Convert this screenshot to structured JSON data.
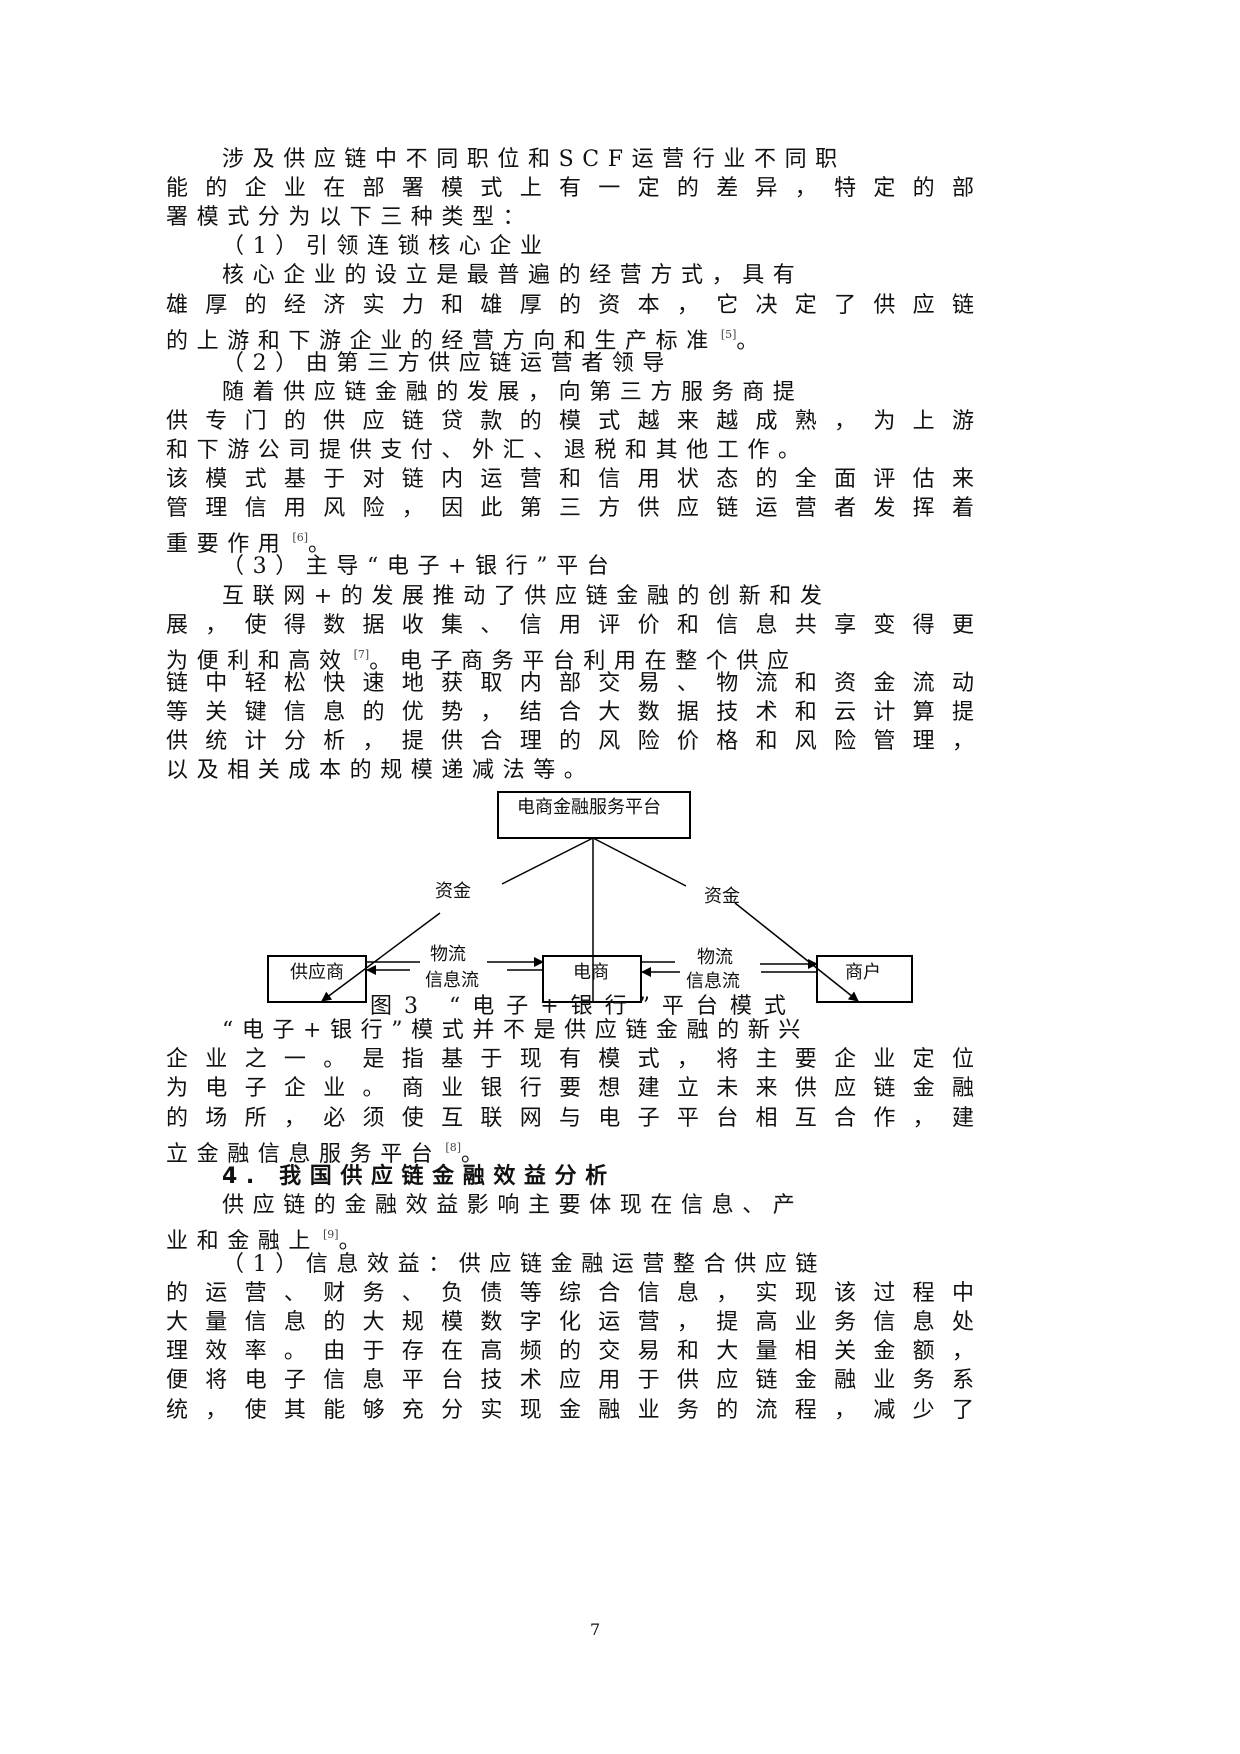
{
  "body": {
    "lines": [
      {
        "text": "涉及供应链中不同职位和SCF运营行业不同职",
        "indent": true
      },
      {
        "text": "能的企业在部署模式上有一定的差异，特定的部"
      },
      {
        "text": "署模式分为以下三种类型："
      },
      {
        "text": "（1）引领连锁核心企业",
        "indent": true
      },
      {
        "text": "核心企业的设立是最普遍的经营方式，具有",
        "indent": true
      },
      {
        "text": "雄厚的经济实力和雄厚的资本，它决定了供应链"
      },
      {
        "text": "的上游和下游企业的经营方向和生产标准",
        "ref": "[5]",
        "tail": "。"
      },
      {
        "text": "（2）由第三方供应链运营者领导",
        "indent": true
      },
      {
        "text": "随着供应链金融的发展，向第三方服务商提",
        "indent": true
      },
      {
        "text": "供专门的供应链贷款的模式越来越成熟，为上游"
      },
      {
        "text": "和下游公司提供支付、外汇、退税和其他工作。"
      },
      {
        "text": "该模式基于对链内运营和信用状态的全面评估来"
      },
      {
        "text": "管理信用风险，因此第三方供应链运营者发挥着"
      },
      {
        "text": "重要作用",
        "ref": "[6]",
        "tail": "。"
      },
      {
        "text": "（3）主导“电子+银行”平台",
        "indent": true
      },
      {
        "text": "互联网+的发展推动了供应链金融的创新和发",
        "indent": true
      },
      {
        "text": "展，使得数据收集、信用评价和信息共享变得更"
      },
      {
        "text": "为便利和高效",
        "ref": "[7]",
        "tail": "。电子商务平台利用在整个供应"
      },
      {
        "text": "链中轻松快速地获取内部交易、物流和资金流动"
      },
      {
        "text": "等关键信息的优势，结合大数据技术和云计算提"
      },
      {
        "text": "供统计分析，提供合理的风险价格和风险管理，"
      },
      {
        "text": "以及相关成本的规模递减法等。"
      }
    ],
    "lines_after": [
      {
        "text": "“电子+银行”模式并不是供应链金融的新兴",
        "indent": true
      },
      {
        "text": "企业之一。是指基于现有模式，将主要企业定位"
      },
      {
        "text": "为电子企业。商业银行要想建立未来供应链金融"
      },
      {
        "text": "的场所，必须使互联网与电子平台相互合作，建"
      },
      {
        "text": "立金融信息服务平台",
        "ref": "[8]",
        "tail": "。"
      },
      {
        "text": "4. 我国供应链金融效益分析",
        "indent": true,
        "bold": true
      },
      {
        "text": "供应链的金融效益影响主要体现在信息、产",
        "indent": true
      },
      {
        "text": "业和金融上",
        "ref": "[9]",
        "tail": "。"
      },
      {
        "text": "（1）信息效益：供应链金融运营整合供应链",
        "indent": true
      },
      {
        "text": "的运营、财务、负债等综合信息，实现该过程中"
      },
      {
        "text": "大量信息的大规模数字化运营，提高业务信息处"
      },
      {
        "text": "理效率。由于存在高频的交易和大量相关金额，"
      },
      {
        "text": "便将电子信息平台技术应用于供应链金融业务系"
      },
      {
        "text": "统，使其能够充分实现金融业务的流程，减少了"
      }
    ]
  },
  "figure": {
    "platform": "电商金融服务平台",
    "supplier": "供应商",
    "ecommerce": "电商",
    "merchant": "商户",
    "funds_left": "资金",
    "funds_right": "资金",
    "logistics_left": "物流",
    "info_left": "信息流",
    "logistics_right": "物流",
    "info_right": "信息流",
    "caption": "图3 “电子+银行”平台模式"
  },
  "footer": {
    "page_number": "7"
  }
}
